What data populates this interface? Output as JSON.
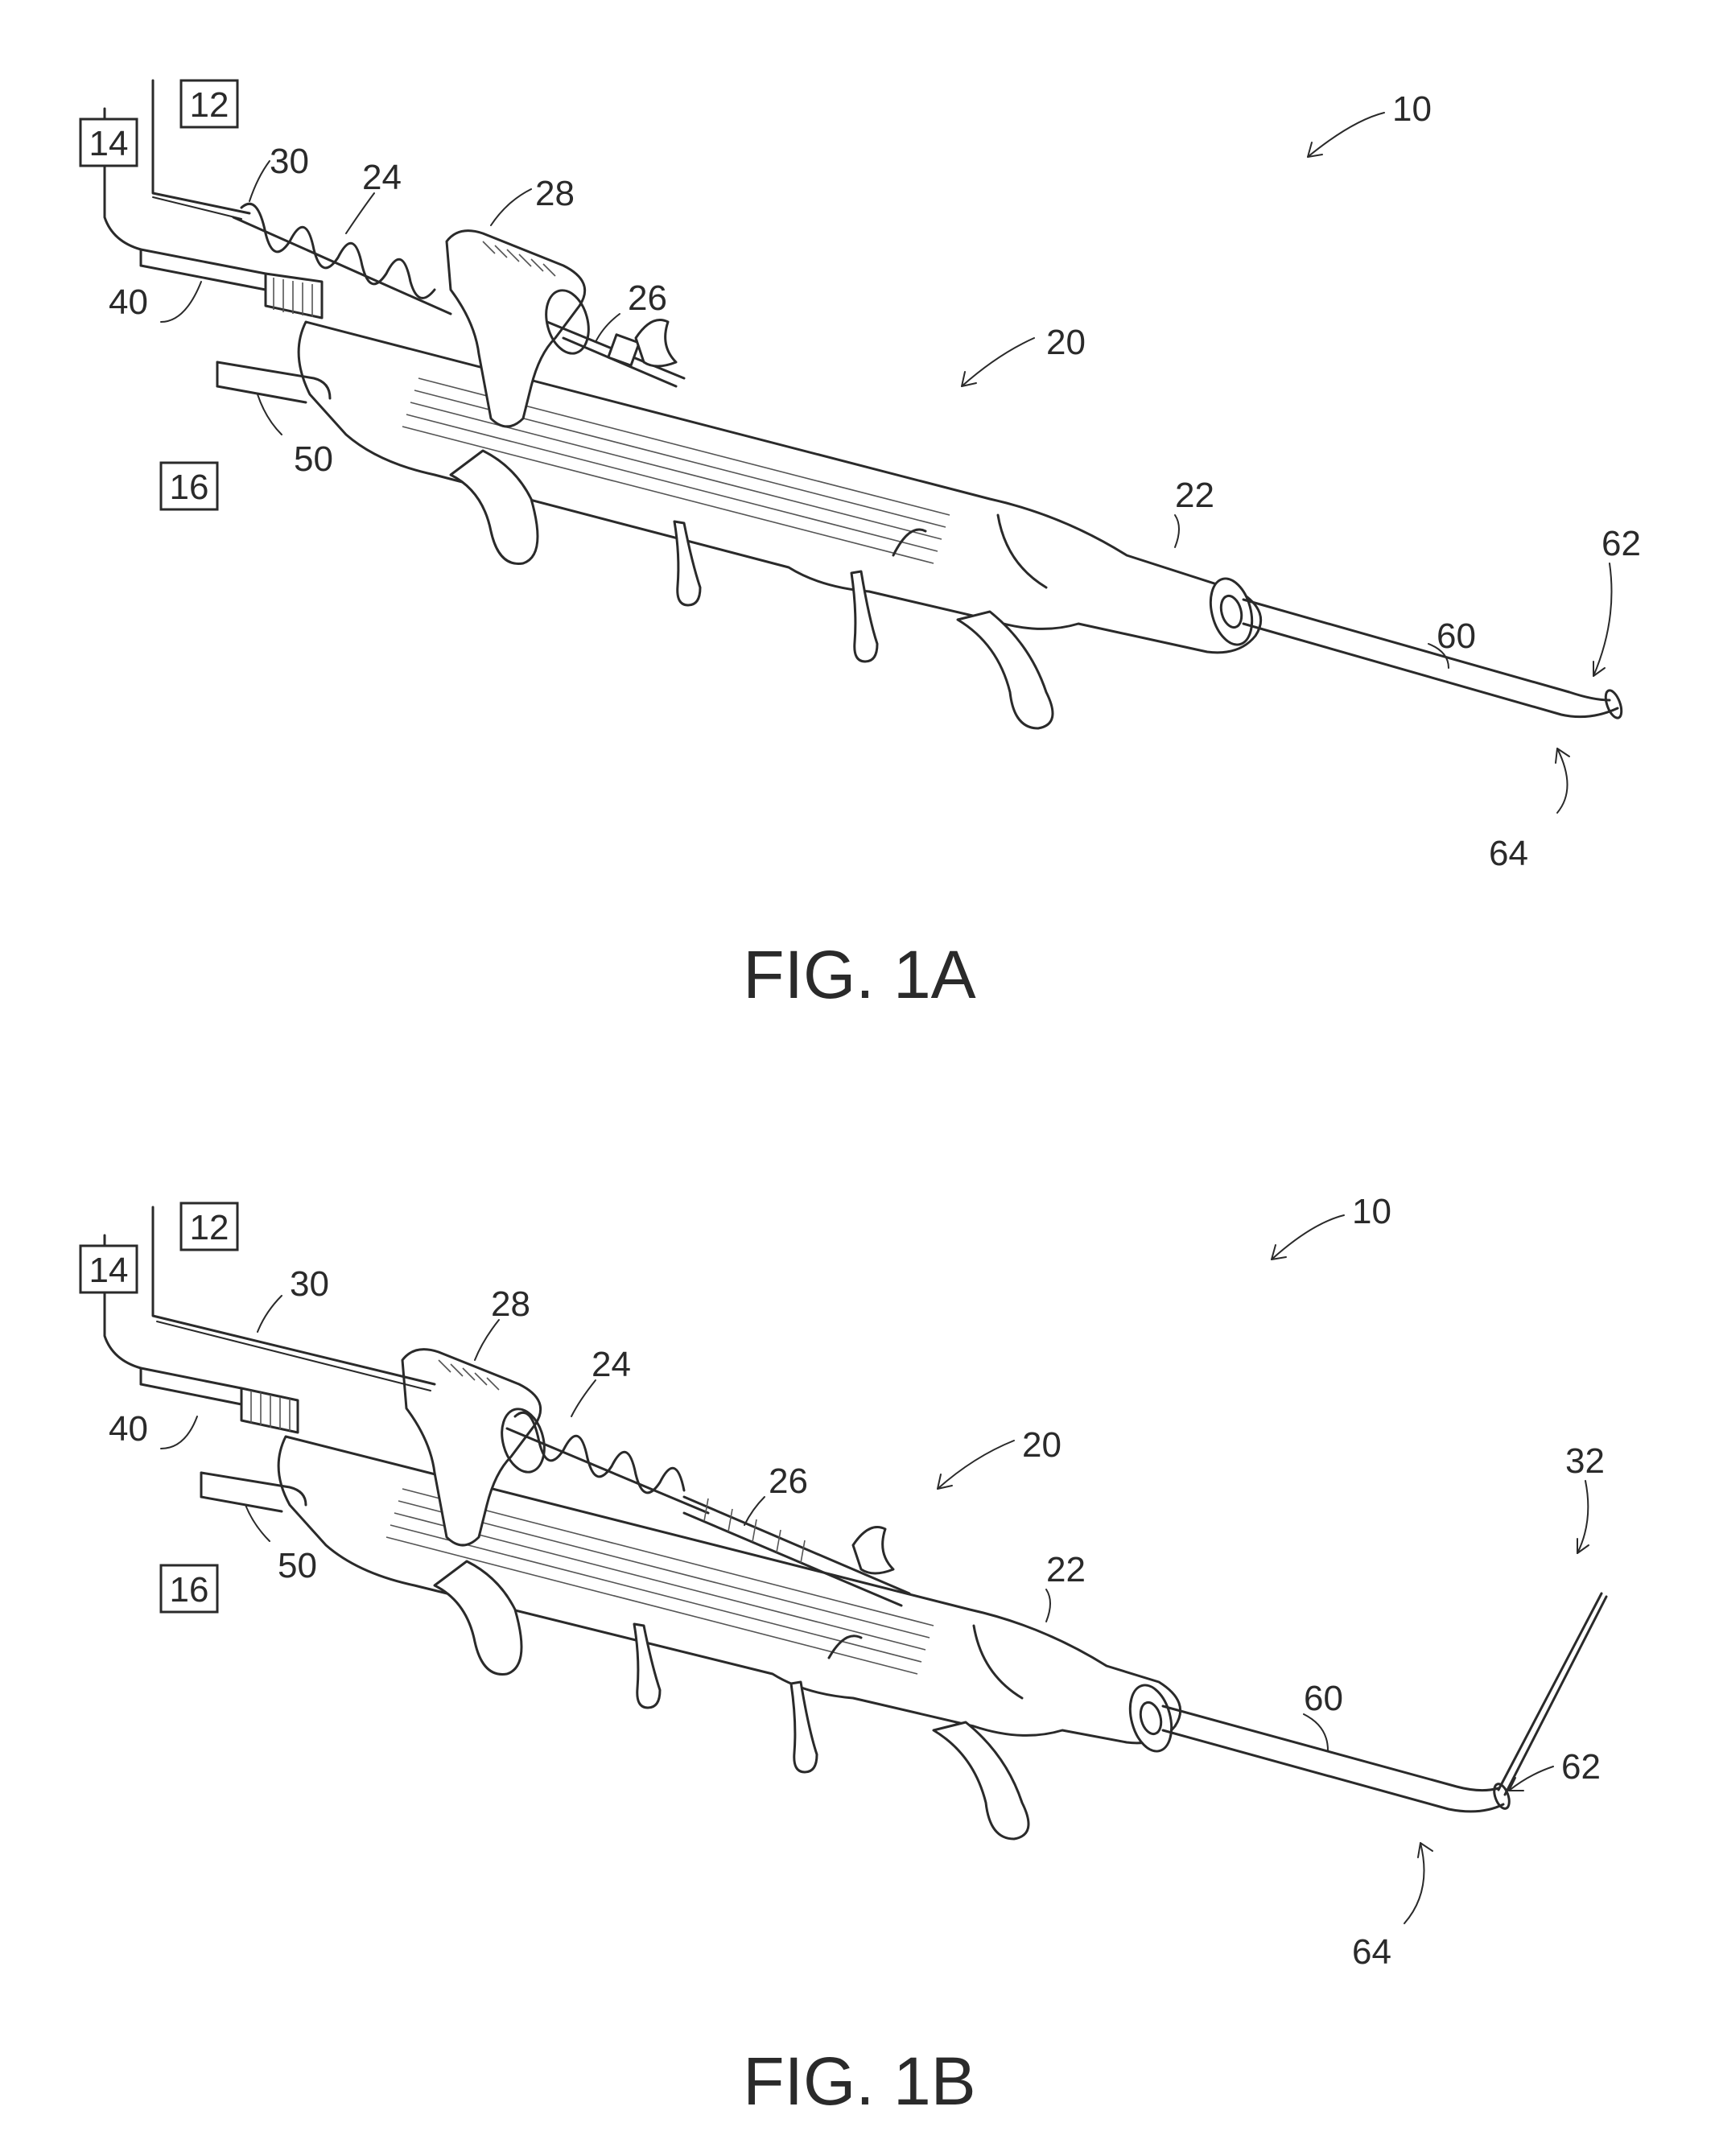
{
  "figures": [
    {
      "caption": "FIG. 1A",
      "labels": {
        "l10": "10",
        "l12": "12",
        "l14": "14",
        "l16": "16",
        "l20": "20",
        "l22": "22",
        "l24": "24",
        "l26": "26",
        "l28": "28",
        "l30": "30",
        "l40": "40",
        "l50": "50",
        "l60": "60",
        "l62": "62",
        "l64": "64"
      }
    },
    {
      "caption": "FIG. 1B",
      "labels": {
        "l10": "10",
        "l12": "12",
        "l14": "14",
        "l16": "16",
        "l20": "20",
        "l22": "22",
        "l24": "24",
        "l26": "26",
        "l28": "28",
        "l30": "30",
        "l32": "32",
        "l40": "40",
        "l50": "50",
        "l60": "60",
        "l62": "62",
        "l64": "64"
      }
    }
  ]
}
